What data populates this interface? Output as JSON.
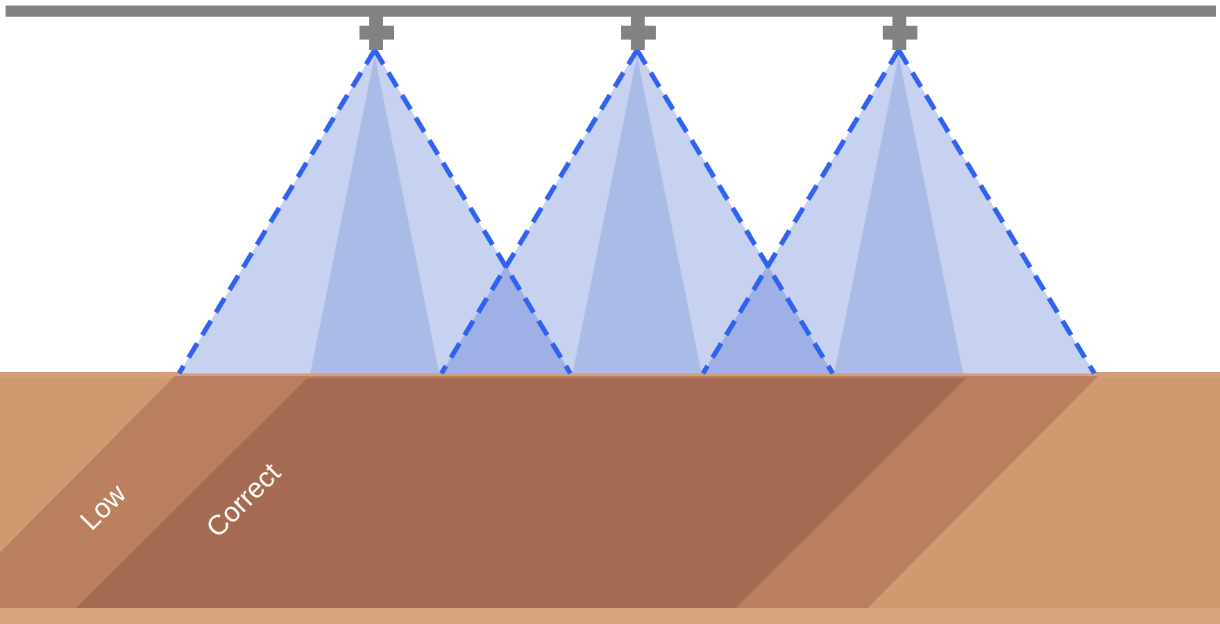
{
  "labels": {
    "low": "Low",
    "correct": "Correct"
  },
  "nozzle_count": 3,
  "colors": {
    "boom": "#828282",
    "nozzle": "#828282",
    "spray_outer": "#c7d2f1",
    "spray_core": "#aabbe7",
    "spray_overlap": "#9eb0e5",
    "spray_edge_dash": "#2f62f0",
    "soil": "#cf9a6f",
    "soil_low_band": "#b97f5e",
    "soil_correct_band": "#a56a52"
  }
}
